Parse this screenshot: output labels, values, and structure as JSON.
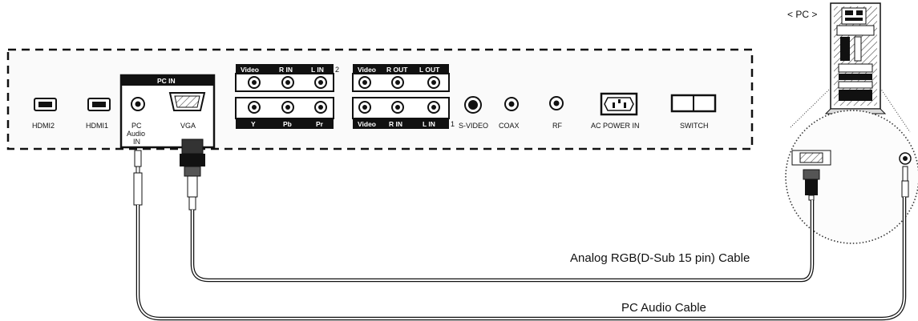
{
  "pc_tag": "< PC >",
  "ports": {
    "hdmi2": "HDMI2",
    "hdmi1": "HDMI1",
    "pc_in_header": "PC IN",
    "pc_audio_line1": "PC",
    "pc_audio_line2": "Audio",
    "pc_audio_line3": "IN",
    "vga": "VGA",
    "s_video": "S-VIDEO",
    "coax": "COAX",
    "rf": "RF",
    "ac_power": "AC POWER IN",
    "switch": "SWITCH"
  },
  "av_group_2": {
    "number": "2",
    "top_labels": [
      "Video",
      "R IN",
      "L IN"
    ],
    "bottom_labels": [
      "Y",
      "Pb",
      "Pr"
    ]
  },
  "av_group_1": {
    "number": "1",
    "top_labels": [
      "Video",
      "R OUT",
      "L OUT"
    ],
    "bottom_labels": [
      "Video",
      "R IN",
      "L IN"
    ]
  },
  "cables": {
    "rgb": "Analog RGB(D-Sub 15 pin) Cable",
    "audio": "PC Audio Cable"
  }
}
